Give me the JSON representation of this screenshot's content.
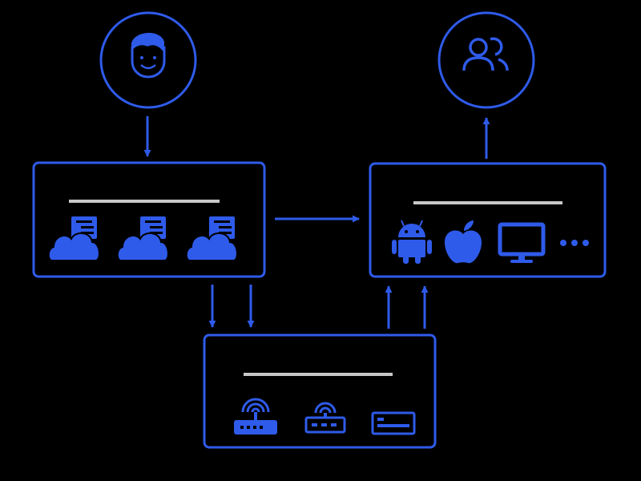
{
  "colors": {
    "background": "#000000",
    "accent": "#2f5bea",
    "title_bar": "#c8c8c8"
  },
  "actors": [
    {
      "id": "user",
      "icon": "person-face-icon"
    },
    {
      "id": "audience",
      "icon": "user-group-icon"
    }
  ],
  "boxes": [
    {
      "id": "cloud-box",
      "title": "",
      "icons": [
        "cloud-server-icon",
        "cloud-server-icon",
        "cloud-server-icon"
      ]
    },
    {
      "id": "platform-box",
      "title": "",
      "icons": [
        "android-icon",
        "apple-icon",
        "monitor-icon",
        "more-icon"
      ]
    },
    {
      "id": "device-box",
      "title": "",
      "icons": [
        "wifi-router-icon",
        "network-switch-icon",
        "server-device-icon"
      ]
    }
  ],
  "connections": [
    {
      "from": "user",
      "to": "cloud-box"
    },
    {
      "from": "cloud-box",
      "to": "platform-box"
    },
    {
      "from": "cloud-box",
      "to": "device-box"
    },
    {
      "from": "device-box",
      "to": "platform-box"
    },
    {
      "from": "platform-box",
      "to": "audience"
    }
  ]
}
